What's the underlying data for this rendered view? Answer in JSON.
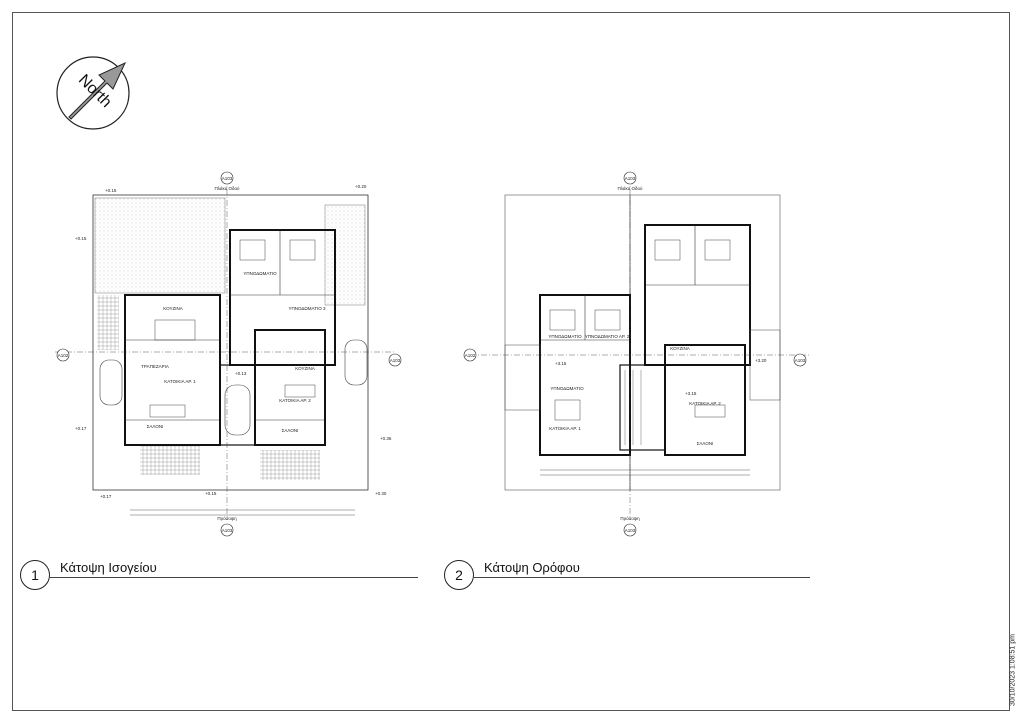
{
  "north_label": "North",
  "views": [
    {
      "number": "1",
      "title": "Κάτοψη Ισογείου"
    },
    {
      "number": "2",
      "title": "Κάτοψη Ορόφου"
    }
  ],
  "timestamp": "30/10/2023 1:08:51 pm",
  "plans": {
    "ground": {
      "section_tags": [
        "A103",
        "A102",
        "A103",
        "A103"
      ],
      "rooms": [
        "ΚΟΥΖΙΝΑ",
        "ΤΡΑΠΕΖΑΡΙΑ",
        "ΚΑΤΟΙΚΙΑ ΑΡ. 1",
        "ΣΑΛΟΝΙ",
        "ΥΠΝΟΔΩΜΑΤΙΟ",
        "ΚΟΥΖΙΝΑ",
        "ΚΑΤΟΙΚΙΑ ΑΡ. 2",
        "ΣΑΛΟΝΙ",
        "ΥΠΝΟΔΩΜΑΤΙΟ 3"
      ],
      "roads": [
        "Πλάκα Οδού",
        "Πρόσοψη"
      ],
      "levels": [
        "+0.15",
        "+0.20",
        "+0.15",
        "+0.17",
        "+0.13",
        "+0.36",
        "+0.17",
        "+0.15",
        "+0.30"
      ]
    },
    "upper": {
      "section_tags": [
        "A103",
        "A102",
        "A103",
        "A103"
      ],
      "rooms": [
        "ΥΠΝΟΔΩΜΑΤΙΟ",
        "ΥΠΝΟΔΩΜΑΤΙΟ ΑΡ. 2",
        "ΥΠΝΟΔΩΜΑΤΙΟ",
        "ΚΑΤΟΙΚΙΑ ΑΡ. 1",
        "ΚΑΤΟΙΚΙΑ ΑΡ. 2",
        "ΣΑΛΟΝΙ",
        "ΚΟΥΖΙΝΑ"
      ],
      "roads": [
        "Πλάκα Οδού",
        "Πρόσοψη"
      ],
      "levels": [
        "+3.15",
        "+3.15",
        "+3.20"
      ]
    }
  }
}
